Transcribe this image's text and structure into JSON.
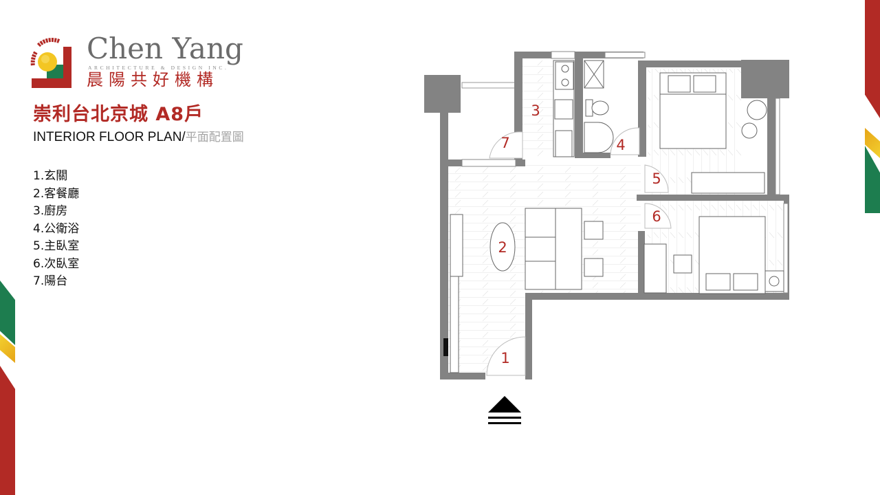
{
  "brand": {
    "name": "Chen Yang",
    "tagline": "ARCHITECTURE & DESIGN INC.",
    "name_cn": "晨陽共好機構",
    "colors": {
      "red": "#b22a25",
      "green": "#1d7d4f",
      "yellow": "#f3c623",
      "gray": "#6b6b6b"
    }
  },
  "title": "崇利台北京城 A8戶",
  "subtitle": {
    "en": "INTERIOR FLOOR PLAN/",
    "cn": "平面配置圖"
  },
  "legend": [
    {
      "num": "1",
      "label": "1.玄關"
    },
    {
      "num": "2",
      "label": "2.客餐廳"
    },
    {
      "num": "3",
      "label": "3.廚房"
    },
    {
      "num": "4",
      "label": "4.公衛浴"
    },
    {
      "num": "5",
      "label": "5.主臥室"
    },
    {
      "num": "6",
      "label": "6.次臥室"
    },
    {
      "num": "7",
      "label": "7.陽台"
    }
  ],
  "plan": {
    "room_labels": [
      "1",
      "2",
      "3",
      "4",
      "5",
      "6",
      "7"
    ],
    "label_color": "#b22a25",
    "wall_color": "#808080",
    "entrance_icon": "entrance-arrow-icon"
  }
}
